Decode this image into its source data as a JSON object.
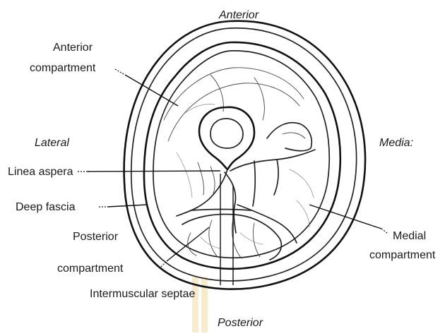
{
  "directions": {
    "anterior": "Anterior",
    "lateral": "Lateral",
    "medial": "Media:",
    "posterior": "Posterior"
  },
  "labels": {
    "anterior_compartment_line1": "Anterior",
    "anterior_compartment_line2": "compartment",
    "linea_aspera": "Linea aspera",
    "deep_fascia": "Deep fascia",
    "posterior_compartment_line1": "Posterior",
    "posterior_compartment_line2": "compartment",
    "intermuscular_septae": "Intermuscular septae",
    "medial_compartment_line1": "Medial",
    "medial_compartment_line2": "compartment"
  },
  "colors": {
    "ink": "#111111",
    "watermark_bar": "#f3e2b8"
  }
}
